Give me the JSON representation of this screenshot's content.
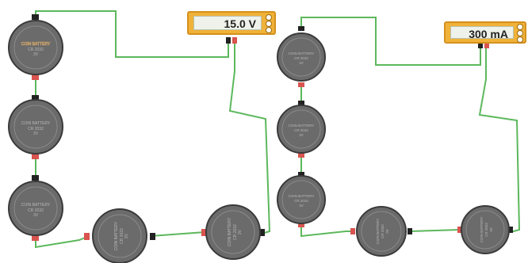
{
  "meters": {
    "voltmeter": {
      "reading": "15.0 V"
    },
    "ammeter": {
      "reading": "300 mA"
    }
  },
  "components": {
    "battery_label": "COIN BATTERY",
    "battery_model": "CR 2032",
    "battery_voltage": "3V"
  },
  "colors": {
    "wire": "#5cb85c",
    "meter_body": "#f0b238",
    "battery_body": "#6b6b6b",
    "terminal_positive": "#d9534f",
    "terminal_negative": "#222222"
  },
  "icons": [
    "meter-knob-icon"
  ]
}
